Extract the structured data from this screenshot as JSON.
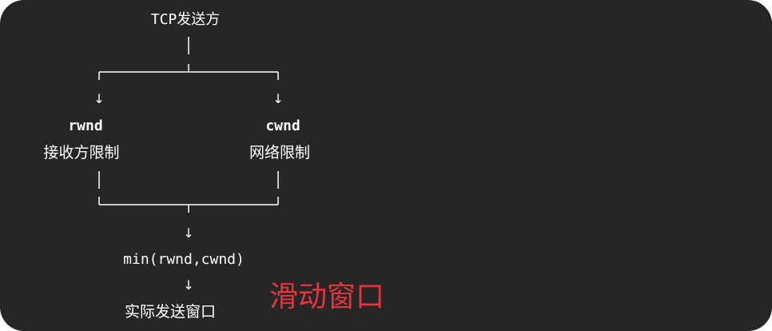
{
  "diagram": {
    "sender": "TCP发送方",
    "left_node": {
      "name": "rwnd",
      "desc": "接收方限制"
    },
    "right_node": {
      "name": "cwnd",
      "desc": "网络限制"
    },
    "formula": "min(rwnd,cwnd)",
    "result": "实际发送窗口",
    "arrow_glyph": "↓",
    "annotation": "滑动窗口"
  },
  "colors": {
    "background": "#262626",
    "foreground": "#ffffff",
    "annotation": "#e8333c"
  }
}
